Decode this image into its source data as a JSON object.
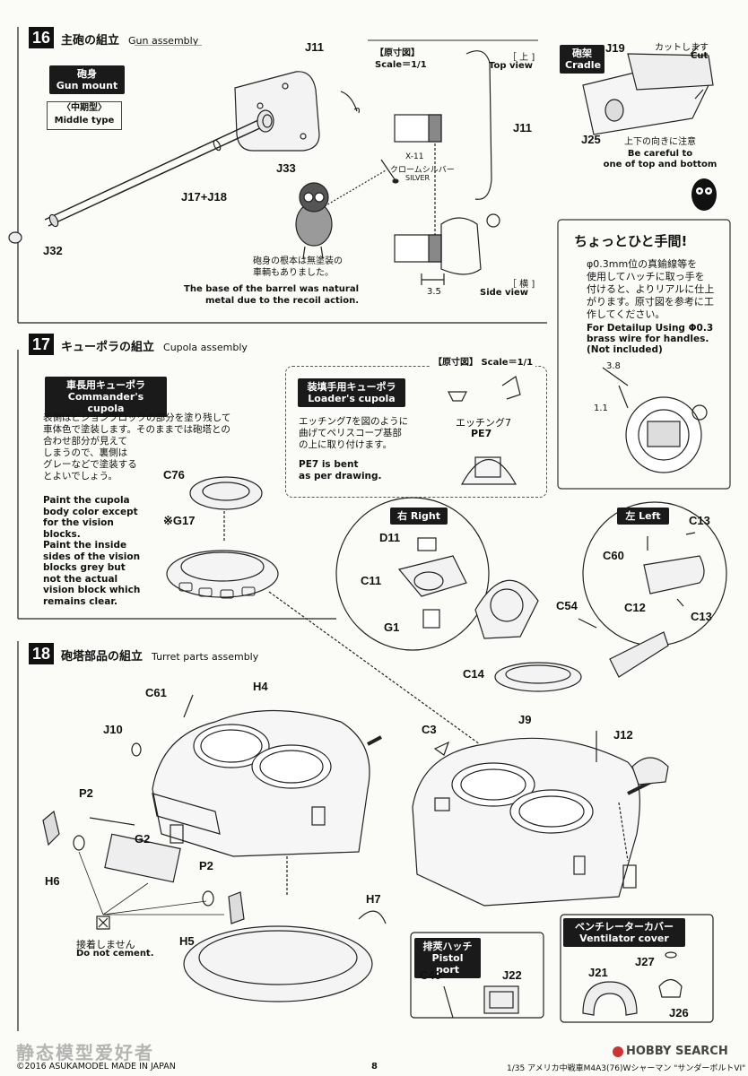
{
  "step16": {
    "number": "16",
    "title_jp": "主砲の組立",
    "title_en": "Gun assembly",
    "gun_mount_jp": "砲身",
    "gun_mount_en": "Gun mount",
    "middle_type_jp": "〈中期型〉",
    "middle_type_en": "Middle type",
    "parts": {
      "j11": "J11",
      "j33": "J33",
      "j17": "J17+J18",
      "j32": "J32"
    },
    "mascot_note_jp_1": "砲身の根本は無塗装の",
    "mascot_note_jp_2": "車輌もありました。",
    "mascot_note_en_1": "The base of the barrel was natural",
    "mascot_note_en_2": "metal due to the recoil action.",
    "scale_jp": "【原寸図】",
    "scale_en": "Scale＝1/1",
    "top_view_jp": "［ 上 ]",
    "top_view_en": "Top view",
    "side_view_jp": "［ 横 ]",
    "side_view_en": "Side view",
    "j11_right": "J11",
    "paint_code": "X-11",
    "paint_jp": "クロームシルバー",
    "paint_en": "SILVER",
    "dimension": "3.5",
    "cradle_jp": "砲架",
    "cradle_en": "Cradle",
    "j19": "J19",
    "cut_jp": "カットします",
    "cut_en": "Cut",
    "j25": "J25",
    "careful_jp": "上下の向きに注意",
    "careful_en_1": "Be careful to",
    "careful_en_2": "one of top and bottom"
  },
  "tip": {
    "title": "ちょっとひと手間!",
    "jp_1": "φ0.3mm位の真鍮線等を",
    "jp_2": "使用してハッチに取っ手を",
    "jp_3": "付けると、よりリアルに仕上",
    "jp_4": "がります。原寸図を参考に工",
    "jp_5": "作してください。",
    "en_1": "For Detailup Using Φ0.3",
    "en_2": "brass wire for handles.",
    "en_3": "(Not included)",
    "dim_a": "3.8",
    "dim_b": "1.1"
  },
  "step17": {
    "number": "17",
    "title_jp": "キューポラの組立",
    "title_en": "Cupola assembly",
    "cmd_jp": "車長用キューポラ",
    "cmd_en": "Commander's cupola",
    "cmd_note_jp_1": "表側はビジョンブロックの部分を塗り残して",
    "cmd_note_jp_2": "車体色で塗装します。そのままでは砲塔との",
    "cmd_note_jp_3": "合わせ部分が見えて",
    "cmd_note_jp_4": "しまうので、裏側は",
    "cmd_note_jp_5": "グレーなどで塗装する",
    "cmd_note_jp_6": "とよいでしょう。",
    "cmd_note_en_1": "Paint the cupola",
    "cmd_note_en_2": "body color except",
    "cmd_note_en_3": "for the vision",
    "cmd_note_en_4": "blocks.",
    "cmd_note_en_5": "Paint the inside",
    "cmd_note_en_6": "sides of the vision",
    "cmd_note_en_7": "blocks grey but",
    "cmd_note_en_8": "not the actual",
    "cmd_note_en_9": "vision block which",
    "cmd_note_en_10": "remains clear.",
    "c76": "C76",
    "g17": "※G17",
    "scale_jp": "【原寸図】",
    "scale_en": "Scale＝1/1",
    "loader_jp": "装填手用キューポラ",
    "loader_en": "Loader's cupola",
    "loader_note_jp_1": "エッチング7を図のように",
    "loader_note_jp_2": "曲げてペリスコープ基部",
    "loader_note_jp_3": "の上に取り付けます。",
    "loader_note_en_1": "PE7 is bent",
    "loader_note_en_2": "as per drawing.",
    "etching_jp": "エッチング7",
    "pe7": "PE7",
    "right_jp": "右",
    "right_en": "Right",
    "left_jp": "左",
    "left_en": "Left",
    "d11": "D11",
    "c11": "C11",
    "g1": "G1",
    "c60": "C60",
    "c13a": "C13",
    "c13b": "C13",
    "c12": "C12",
    "c54": "C54",
    "c14": "C14"
  },
  "step18": {
    "number": "18",
    "title_jp": "砲塔部品の組立",
    "title_en": "Turret parts assembly",
    "c61": "C61",
    "h4": "H4",
    "j10": "J10",
    "p2a": "P2",
    "g2": "G2",
    "h6": "H6",
    "p2b": "P2",
    "h5": "H5",
    "h7": "H7",
    "nocement_jp": "接着しません",
    "nocement_en": "Do not cement.",
    "c3": "C3",
    "j9": "J9",
    "j12": "J12",
    "pistol_jp": "排莢ハッチ",
    "pistol_en": "Pistol port",
    "c40": "C40",
    "j22": "J22",
    "vent_jp": "ベンチレーターカバー",
    "vent_en": "Ventilator cover",
    "j27": "J27",
    "j21": "J21",
    "j26": "J26"
  },
  "footer": {
    "copyright": "©2016 ASUKAMODEL   MADE IN JAPAN",
    "page": "8",
    "product": "1/35 アメリカ中戦車M4A3(76)Wシャーマン \"サンダーボルトVI\"",
    "watermark_left": "静态模型爱好者",
    "watermark_right": "HOBBY SEARCH"
  }
}
